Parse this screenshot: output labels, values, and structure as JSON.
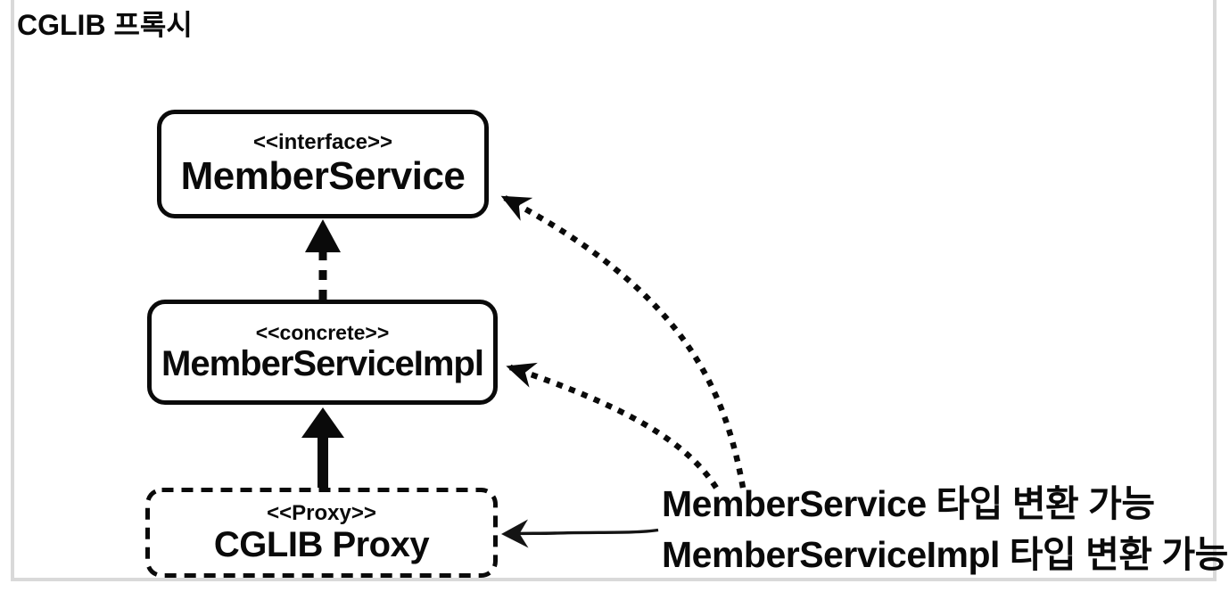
{
  "title": "CGLIB 프록시",
  "diagram": {
    "nodes": [
      {
        "stereotype": "<<interface>>",
        "name": "MemberService",
        "border_style": "solid-rounded"
      },
      {
        "stereotype": "<<concrete>>",
        "name": "MemberServiceImpl",
        "border_style": "solid-rounded"
      },
      {
        "stereotype": "<<Proxy>>",
        "name": "CGLIB Proxy",
        "border_style": "dashed-rounded"
      }
    ],
    "edges": [
      {
        "from": "MemberServiceImpl",
        "to": "MemberService",
        "line": "dashed-vertical",
        "arrowhead": "filled-triangle-up"
      },
      {
        "from": "CGLIB Proxy",
        "to": "MemberServiceImpl",
        "line": "solid-vertical",
        "arrowhead": "filled-triangle-up"
      },
      {
        "from": "annotation-text",
        "to": "MemberService",
        "line": "dotted-curve",
        "arrowhead": "small-filled-left"
      },
      {
        "from": "annotation-text",
        "to": "MemberServiceImpl",
        "line": "dotted-curve",
        "arrowhead": "small-filled-left"
      },
      {
        "from": "annotation-text",
        "to": "CGLIB Proxy",
        "line": "thin-solid",
        "arrowhead": "hand-drawn-left"
      }
    ]
  },
  "annotations": [
    {
      "text": "MemberService 타입 변환 가능"
    },
    {
      "text": "MemberServiceImpl 타입 변환 가능"
    }
  ],
  "colors": {
    "ink": "#000000",
    "frame_border": "#d9d9d9",
    "background": "#ffffff"
  }
}
